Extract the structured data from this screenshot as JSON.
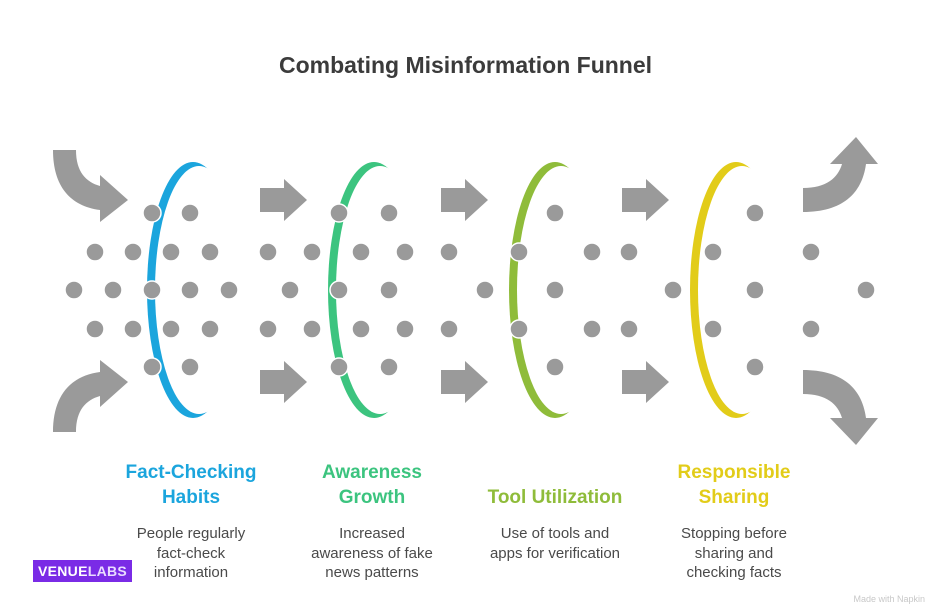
{
  "title": "Combating Misinformation Funnel",
  "colors": {
    "stage1": "#1ba5dd",
    "stage2": "#3cc47f",
    "stage3": "#8fbc3a",
    "stage4": "#e2cc19",
    "gray": "#9a9a9a",
    "title": "#3b3b3b"
  },
  "stages": [
    {
      "label_line1": "Fact-Checking",
      "label_line2": "Habits",
      "desc": [
        "People regularly",
        "fact-check",
        "information"
      ]
    },
    {
      "label_line1": "Awareness",
      "label_line2": "Growth",
      "desc": [
        "Increased",
        "awareness of fake",
        "news patterns"
      ]
    },
    {
      "label_line1": "Tool Utilization",
      "label_line2": "",
      "desc": [
        "Use of tools and",
        "apps for verification"
      ]
    },
    {
      "label_line1": "Responsible",
      "label_line2": "Sharing",
      "desc": [
        "Stopping before",
        "sharing and",
        "checking facts"
      ]
    }
  ],
  "brand": {
    "part1": "VENUE",
    "part2": "LABS"
  },
  "watermark": "Made with Napkin"
}
